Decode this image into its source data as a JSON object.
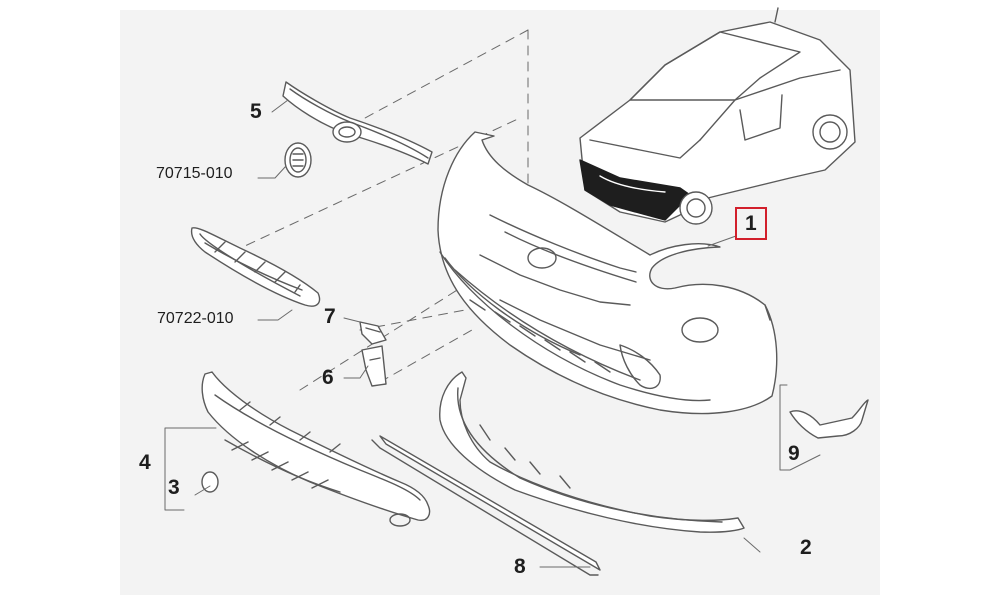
{
  "diagram": {
    "callouts": {
      "c1": "1",
      "c2": "2",
      "c3": "3",
      "c4": "4",
      "c5": "5",
      "c6": "6",
      "c7": "7",
      "c8": "8",
      "c9": "9",
      "p70715": "70715-010",
      "p70722": "70722-010"
    },
    "highlight_color": "#d21f2b"
  }
}
